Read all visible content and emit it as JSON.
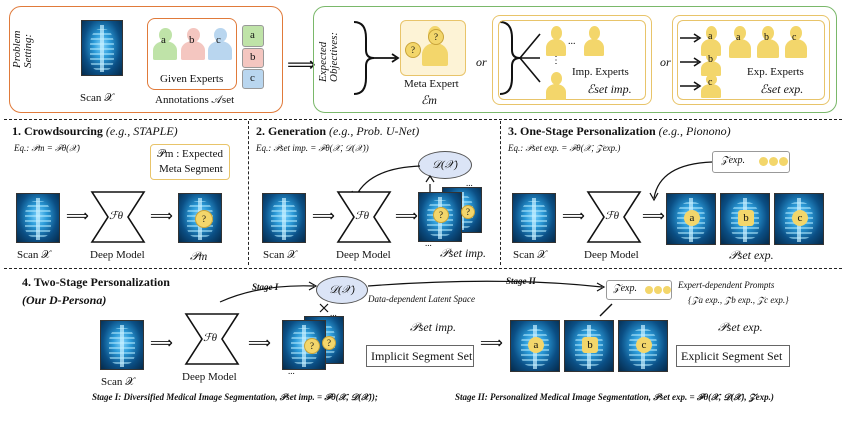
{
  "top": {
    "problem_setting": "Problem Setting:",
    "scan_label": "Scan 𝒳",
    "given_experts": "Given Experts",
    "annotations_label": "Annotations 𝒜set",
    "expert_letters": [
      "a",
      "b",
      "c"
    ],
    "annotation_letters": [
      "a",
      "b",
      "c"
    ],
    "implies": "⟹",
    "expected_objectives": "Expected Objectives:",
    "meta_expert_title": "Meta Expert",
    "meta_expert_sym": "ℰm",
    "or1": "or",
    "or2": "or",
    "imp_experts_title": "Imp. Experts",
    "imp_experts_sym": "ℰset imp.",
    "imp_dots": "...",
    "imp_vdots": "⋮",
    "exp_experts_title": "Exp. Experts",
    "exp_experts_sym": "ℰset exp.",
    "exp_letters": [
      "a",
      "b",
      "c"
    ]
  },
  "p1": {
    "title": "1. Crowdsourcing",
    "eg": "(e.g., STAPLE)",
    "eq": "Eq.: 𝒫m = ℱθ(𝒳)",
    "legend_line1": "𝒫m : Expected",
    "legend_line2": "Meta Segment",
    "scan": "Scan 𝒳",
    "model_sym": "ℱθ",
    "model": "Deep Model",
    "out": "𝒫m"
  },
  "p2": {
    "title": "2. Generation",
    "eg": "(e.g., Prob. U-Net)",
    "eq": "Eq.: 𝒫set imp. = ℱθ(𝒳, 𝒟(𝒳))",
    "latent": "𝒟(𝒳)",
    "scan": "Scan 𝒳",
    "model_sym": "ℱθ",
    "model": "Deep Model",
    "out": "𝒫set imp.",
    "dots": "..."
  },
  "p3": {
    "title": "3. One-Stage Personalization",
    "eg": "(e.g., Pionono)",
    "eq": "Eq.: 𝒫set exp. = ℱθ(𝒳, 𝒵exp.)",
    "z": "𝒵exp.",
    "scan": "Scan 𝒳",
    "model_sym": "ℱθ",
    "model": "Deep Model",
    "out": "𝒫set exp.",
    "letters": [
      "a",
      "b",
      "c"
    ]
  },
  "p4": {
    "title": "4. Two-Stage Personalization",
    "subtitle": "(Our D-Persona)",
    "stage1": "Stage I",
    "stage2": "Stage II",
    "latent": "𝒟(𝒳)",
    "latent_desc": "Data-dependent Latent Space",
    "z": "𝒵exp.",
    "prompts_title": "Expert-dependent Prompts",
    "prompts": "{𝒵a exp., 𝒵b exp., 𝒵c exp.}",
    "scan": "Scan 𝒳",
    "model_sym": "ℱθ",
    "model": "Deep Model",
    "imp_sym": "𝒫set imp.",
    "imp_label": "Implicit Segment Set",
    "exp_sym": "𝒫set exp.",
    "exp_label": "Explicit Segment Set",
    "letters": [
      "a",
      "b",
      "c"
    ],
    "dots": "...",
    "stage1_caption": "Stage I: Diversified Medical Image Segmentation, 𝒫set imp. = ℱθ(𝒳, 𝒟(𝒳));",
    "stage2_caption": "Stage II: Personalized Medical Image Segmentation, 𝒫set exp. = ℱθ(𝒳, 𝒟(𝒳), 𝒵exp.)"
  },
  "colors": {
    "orange_border": "#e07a3a",
    "green_border": "#7ab86a",
    "yellow_border": "#e8c46a",
    "cloud": "#dbe4f6",
    "person_yellow": "#f3d66b",
    "person_green": "#bfe3a8",
    "person_pink": "#f4c6c0",
    "person_blue": "#b9d6ef"
  }
}
